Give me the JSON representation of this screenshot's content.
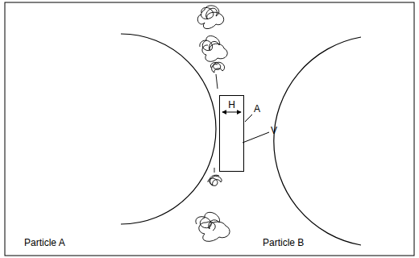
{
  "diagram": {
    "nodes": [
      {
        "text": [
          "H"
        ]
      }
    ],
    "labels": [
      "A",
      "V",
      "Particle A",
      "Particle B"
    ]
  }
}
